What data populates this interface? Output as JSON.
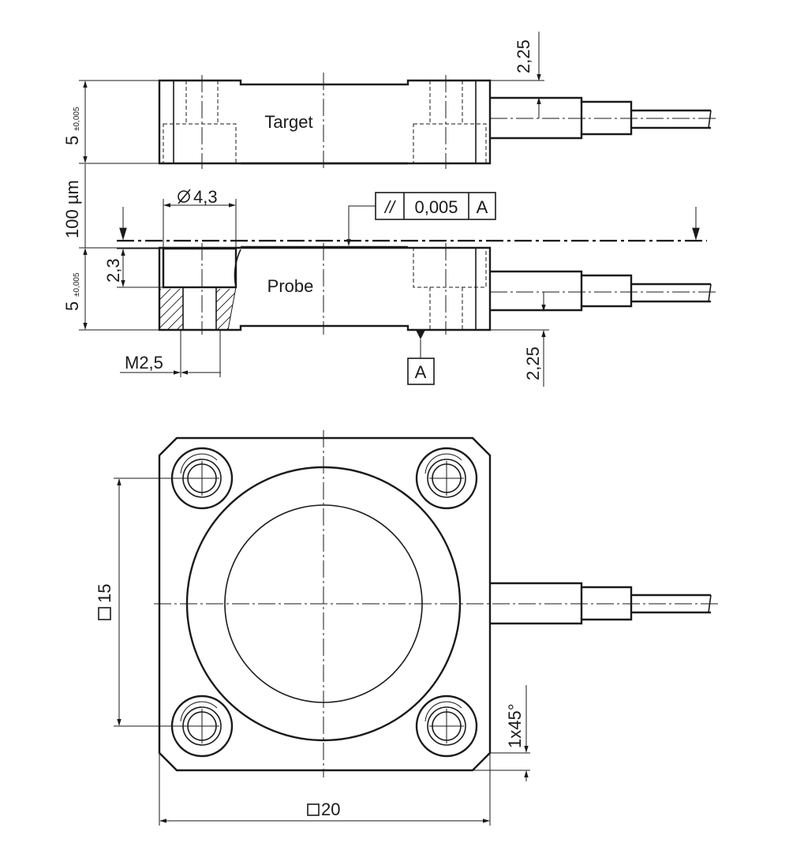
{
  "labels": {
    "target": "Target",
    "probe": "Probe",
    "datum_letter": "A"
  },
  "dimensions": {
    "top_offset": "2,25",
    "target_thickness": "5",
    "target_tolerance": "±0,005",
    "gap": "100 µm",
    "hole_diameter": "4,3",
    "hole_depth": "2,3",
    "probe_thickness": "5",
    "probe_tolerance": "±0,005",
    "thread": "M2,5",
    "bottom_offset": "2,25",
    "square_inner": "15",
    "square_outer": "20",
    "chamfer": "1x45°"
  },
  "tolerance_frame": {
    "symbol": "//",
    "value": "0,005",
    "datum": "A"
  },
  "colors": {
    "line": "#1a1a1a",
    "background": "#ffffff"
  }
}
